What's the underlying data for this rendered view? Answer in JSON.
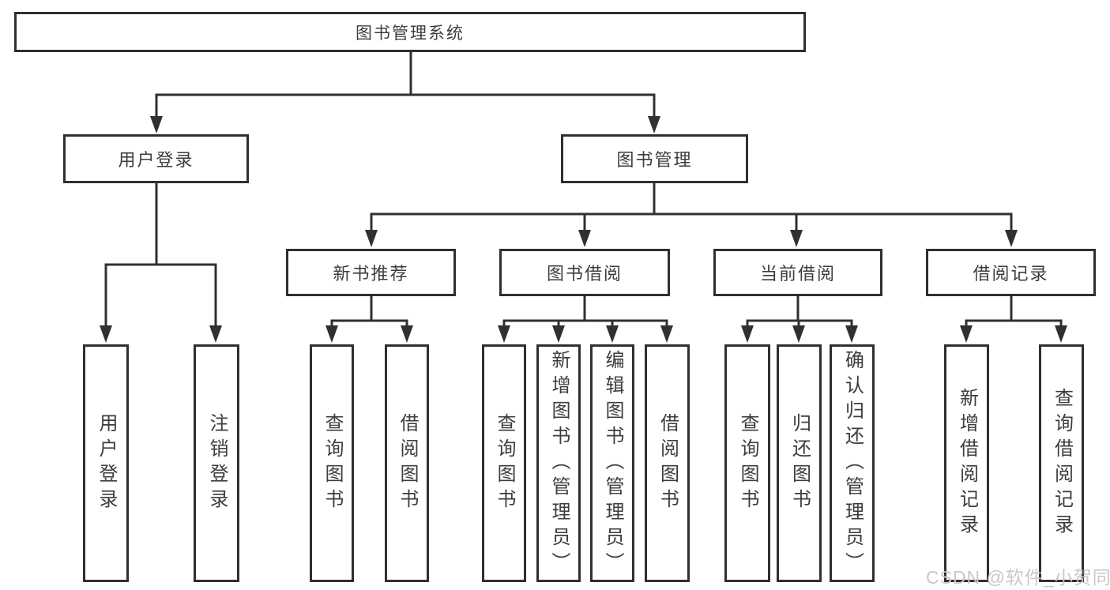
{
  "tree": {
    "root": "图书管理系统",
    "branches": [
      {
        "label": "用户登录",
        "children": [
          "用户登录",
          "注销登录"
        ]
      },
      {
        "label": "图书管理",
        "sections": [
          {
            "label": "新书推荐",
            "children": [
              "查询图书",
              "借阅图书"
            ]
          },
          {
            "label": "图书借阅",
            "children": [
              "查询图书",
              "新增图书（管理员）",
              "编辑图书（管理员）",
              "借阅图书"
            ]
          },
          {
            "label": "当前借阅",
            "children": [
              "查询图书",
              "归还图书",
              "确认归还（管理员）"
            ]
          },
          {
            "label": "借阅记录",
            "children": [
              "新增借阅记录",
              "查询借阅记录"
            ]
          }
        ]
      }
    ]
  },
  "watermark": "CSDN @软件_小贺同学",
  "colors": {
    "line": "#303030",
    "box_border": "#2f2f2f",
    "text": "#3d3d3d",
    "watermark": "#c8c8c8",
    "background": "#ffffff"
  }
}
